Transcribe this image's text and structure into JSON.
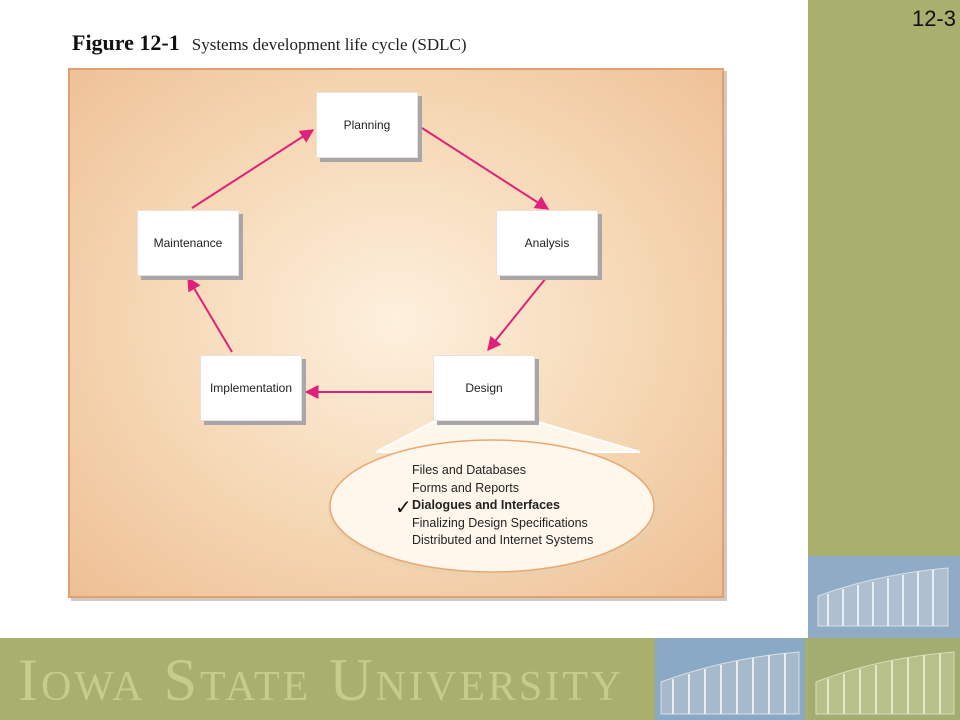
{
  "slide": {
    "number": "12-3"
  },
  "figure": {
    "label": "Figure 12-1",
    "caption": "Systems development life cycle (SDLC)"
  },
  "sdlc": {
    "stages": [
      "Planning",
      "Analysis",
      "Design",
      "Implementation",
      "Maintenance"
    ],
    "flow": [
      "Planning → Analysis",
      "Analysis → Design",
      "Design → Implementation",
      "Implementation → Maintenance",
      "Maintenance → Planning"
    ],
    "design_topics": [
      "Files and Databases",
      "Forms and Reports",
      "Dialogues and Interfaces",
      "Finalizing Design Specifications",
      "Distributed and Internet Systems"
    ],
    "current_topic_index": 2
  },
  "banner": {
    "wordmark": "Iowa State University"
  },
  "colors": {
    "arrow": "#e0207a",
    "sidebar": "#a9b06e",
    "panel_border": "#e3a06e",
    "callout_border": "#e8a872"
  },
  "icons": {
    "checkmark": "check-icon"
  }
}
